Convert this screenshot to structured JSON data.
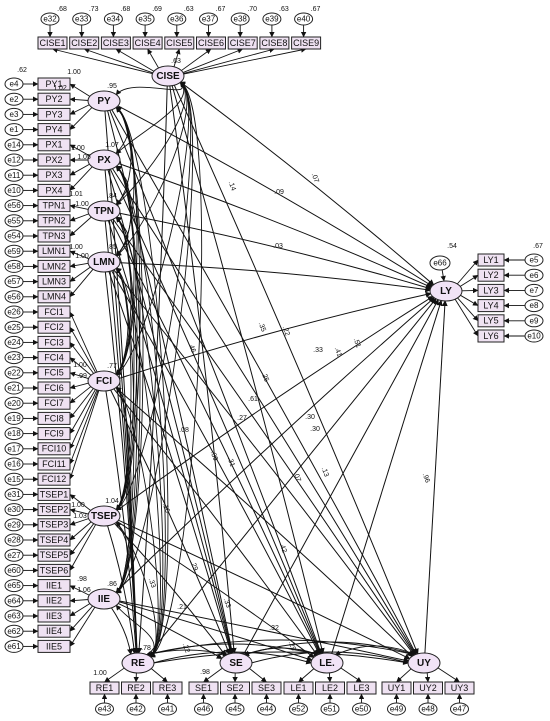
{
  "latents": [
    {
      "id": "CISE",
      "label": "CISE",
      "variance": ".63"
    },
    {
      "id": "PY",
      "label": "PY",
      "variance": ".95"
    },
    {
      "id": "PX",
      "label": "PX",
      "variance": "1.07"
    },
    {
      "id": "TPN",
      "label": "TPN",
      "variance": ".84"
    },
    {
      "id": "LMN",
      "label": "LMN",
      "variance": ".85"
    },
    {
      "id": "FCI",
      "label": "FCI",
      "variance": ".77"
    },
    {
      "id": "TSEP",
      "label": "TSEP",
      "variance": "1.04"
    },
    {
      "id": "IIE",
      "label": "IIE",
      "variance": ".86"
    },
    {
      "id": "LY",
      "label": "LY",
      "variance": ""
    },
    {
      "id": "RE",
      "label": "RE",
      "variance": ".78"
    },
    {
      "id": "SE",
      "label": "SE",
      "variance": ""
    },
    {
      "id": "LE",
      "label": "LE.",
      "variance": ""
    },
    {
      "id": "UY",
      "label": "UY",
      "variance": ""
    }
  ],
  "top_indicators": [
    {
      "label": "CISE1",
      "error": "e32",
      "value": ".68"
    },
    {
      "label": "CISE2",
      "error": "e33",
      "value": ".73"
    },
    {
      "label": "CISE3",
      "error": "e34",
      "value": ".68"
    },
    {
      "label": "CISE4",
      "error": "e35",
      "value": ".69"
    },
    {
      "label": "CISE5",
      "error": "e36",
      "value": ".63"
    },
    {
      "label": "CISE6",
      "error": "e37",
      "value": ".67"
    },
    {
      "label": "CISE7",
      "error": "e38",
      "value": ".70"
    },
    {
      "label": "CISE8",
      "error": "e39",
      "value": ".63"
    },
    {
      "label": "CISE9",
      "error": "e40",
      "value": ".67"
    }
  ],
  "left_indicators": [
    {
      "label": "PY1",
      "error": "e4",
      "value": ".62"
    },
    {
      "label": "PY2",
      "error": "e2",
      "value": ""
    },
    {
      "label": "PY3",
      "error": "e3",
      "value": ""
    },
    {
      "label": "PY4",
      "error": "e1",
      "value": ""
    },
    {
      "label": "PX1",
      "error": "e14",
      "value": ""
    },
    {
      "label": "PX2",
      "error": "e12",
      "value": ""
    },
    {
      "label": "PX3",
      "error": "e11",
      "value": ""
    },
    {
      "label": "PX4",
      "error": "e10",
      "value": ""
    },
    {
      "label": "TPN1",
      "error": "e56",
      "value": ""
    },
    {
      "label": "TPN2",
      "error": "e55",
      "value": ""
    },
    {
      "label": "TPN3",
      "error": "e54",
      "value": ""
    },
    {
      "label": "LMN1",
      "error": "e59",
      "value": ""
    },
    {
      "label": "LMN2",
      "error": "e58",
      "value": ""
    },
    {
      "label": "LMN3",
      "error": "e57",
      "value": ""
    },
    {
      "label": "LMN4",
      "error": "e56",
      "value": ""
    },
    {
      "label": "FCI1",
      "error": "e26",
      "value": ""
    },
    {
      "label": "FCI2",
      "error": "e25",
      "value": ""
    },
    {
      "label": "FCI3",
      "error": "e24",
      "value": ""
    },
    {
      "label": "FCI4",
      "error": "e23",
      "value": ""
    },
    {
      "label": "FCI5",
      "error": "e22",
      "value": ""
    },
    {
      "label": "FCI6",
      "error": "e21",
      "value": ""
    },
    {
      "label": "FCI7",
      "error": "e20",
      "value": ""
    },
    {
      "label": "FCI8",
      "error": "e19",
      "value": ""
    },
    {
      "label": "FCI9",
      "error": "e18",
      "value": ""
    },
    {
      "label": "FCI10",
      "error": "e17",
      "value": ""
    },
    {
      "label": "FCI11",
      "error": "e16",
      "value": ""
    },
    {
      "label": "FCI12",
      "error": "e15",
      "value": ""
    },
    {
      "label": "TSEP1",
      "error": "e31",
      "value": ""
    },
    {
      "label": "TSEP2",
      "error": "e30",
      "value": ""
    },
    {
      "label": "TSEP3",
      "error": "e29",
      "value": ""
    },
    {
      "label": "TSEP4",
      "error": "e28",
      "value": ""
    },
    {
      "label": "TSEP5",
      "error": "e27",
      "value": ""
    },
    {
      "label": "TSEP6",
      "error": "e60",
      "value": ""
    },
    {
      "label": "IIE1",
      "error": "e65",
      "value": ""
    },
    {
      "label": "IIE2",
      "error": "e64",
      "value": ""
    },
    {
      "label": "IIE3",
      "error": "e63",
      "value": ""
    },
    {
      "label": "IIE4",
      "error": "e62",
      "value": ""
    },
    {
      "label": "IIE5",
      "error": "e61",
      "value": ""
    }
  ],
  "right_indicators": [
    {
      "label": "LY1",
      "error": "e5",
      "value": ".67"
    },
    {
      "label": "LY2",
      "error": "e6",
      "value": ""
    },
    {
      "label": "LY3",
      "error": "e7",
      "value": ""
    },
    {
      "label": "LY4",
      "error": "e8",
      "value": ""
    },
    {
      "label": "LY5",
      "error": "e9",
      "value": ""
    },
    {
      "label": "LY6",
      "error": "e10",
      "value": ""
    }
  ],
  "bottom_indicators": [
    {
      "label": "RE1",
      "error": "e43",
      "value": ""
    },
    {
      "label": "RE2",
      "error": "e42",
      "value": ""
    },
    {
      "label": "RE3",
      "error": "e41",
      "value": ""
    },
    {
      "label": "SE1",
      "error": "e46",
      "value": ""
    },
    {
      "label": "SE2",
      "error": "e45",
      "value": ""
    },
    {
      "label": "SE3",
      "error": "e44",
      "value": ""
    },
    {
      "label": "LE1",
      "error": "e52",
      "value": ""
    },
    {
      "label": "LE2",
      "error": "e51",
      "value": ""
    },
    {
      "label": "LE3",
      "error": "e50",
      "value": ""
    },
    {
      "label": "UY1",
      "error": "e49",
      "value": ""
    },
    {
      "label": "UY2",
      "error": "e48",
      "value": ""
    },
    {
      "label": "UY3",
      "error": "e47",
      "value": ""
    }
  ],
  "ly_disturbance": {
    "label": "e66",
    "value": ".54"
  },
  "loading_labels": [
    "1.00",
    "1.02",
    "1.00",
    "1.05",
    "1.01",
    "1.00",
    "1.00",
    "1.00",
    "1.00",
    ".99",
    "1.00",
    "1.03",
    ".98",
    "1.06",
    "1.00",
    ".98"
  ],
  "path_labels": [
    ".09",
    ".07",
    ".14",
    ".03",
    ".22",
    ".35",
    ".33",
    ".51",
    ".41",
    ".30",
    ".07",
    ".13",
    ".61",
    ".96",
    ".33",
    ".21",
    ".42",
    ".33",
    ".32",
    ".29",
    ".22",
    ".27",
    ".39",
    ".31",
    ".08",
    ".46",
    ".25",
    ".30",
    ".16",
    ".29"
  ]
}
